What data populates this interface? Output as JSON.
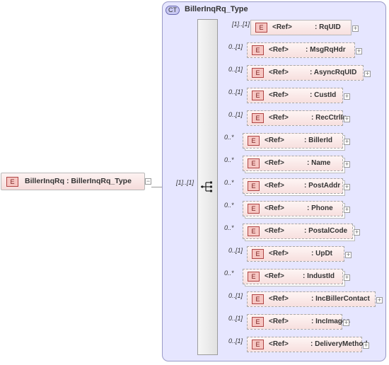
{
  "complex_type": {
    "badge": "CT",
    "title": "BillerInqRq_Type"
  },
  "root": {
    "badge": "E",
    "name": "BillerInqRq",
    "type_label": ": BillerInqRq_Type",
    "cardinality": "[1]..[1]",
    "collapse_symbol": "−"
  },
  "sequence": {
    "icon": "sequence-compositor-icon"
  },
  "ref_label": "<Ref>",
  "children": [
    {
      "badge": "E",
      "ref": "<Ref>",
      "name": ": RqUID",
      "cardinality": "[1]..[1]",
      "optional": false,
      "repeating": false,
      "expand_symbol": "+"
    },
    {
      "badge": "E",
      "ref": "<Ref>",
      "name": ": MsgRqHdr",
      "cardinality": "0..[1]",
      "optional": true,
      "repeating": false,
      "expand_symbol": "+"
    },
    {
      "badge": "E",
      "ref": "<Ref>",
      "name": ": AsyncRqUID",
      "cardinality": "0..[1]",
      "optional": true,
      "repeating": false,
      "expand_symbol": "+"
    },
    {
      "badge": "E",
      "ref": "<Ref>",
      "name": ": CustId",
      "cardinality": "0..[1]",
      "optional": true,
      "repeating": false,
      "expand_symbol": "+"
    },
    {
      "badge": "E",
      "ref": "<Ref>",
      "name": ": RecCtrlIn",
      "cardinality": "0..[1]",
      "optional": true,
      "repeating": false,
      "expand_symbol": "+"
    },
    {
      "badge": "E",
      "ref": "<Ref>",
      "name": ": BillerId",
      "cardinality": "0..*",
      "optional": true,
      "repeating": true,
      "expand_symbol": "+"
    },
    {
      "badge": "E",
      "ref": "<Ref>",
      "name": ": Name",
      "cardinality": "0..*",
      "optional": true,
      "repeating": true,
      "expand_symbol": "+"
    },
    {
      "badge": "E",
      "ref": "<Ref>",
      "name": ": PostAddr",
      "cardinality": "0..*",
      "optional": true,
      "repeating": true,
      "expand_symbol": "+"
    },
    {
      "badge": "E",
      "ref": "<Ref>",
      "name": ": Phone",
      "cardinality": "0..*",
      "optional": true,
      "repeating": true,
      "expand_symbol": "+"
    },
    {
      "badge": "E",
      "ref": "<Ref>",
      "name": ": PostalCode",
      "cardinality": "0..*",
      "optional": true,
      "repeating": true,
      "expand_symbol": "+"
    },
    {
      "badge": "E",
      "ref": "<Ref>",
      "name": ": UpDt",
      "cardinality": "0..[1]",
      "optional": true,
      "repeating": false,
      "expand_symbol": "+"
    },
    {
      "badge": "E",
      "ref": "<Ref>",
      "name": ": IndustId",
      "cardinality": "0..*",
      "optional": true,
      "repeating": true,
      "expand_symbol": "+"
    },
    {
      "badge": "E",
      "ref": "<Ref>",
      "name": ": IncBillerContact",
      "cardinality": "0..[1]",
      "optional": true,
      "repeating": false,
      "expand_symbol": "+"
    },
    {
      "badge": "E",
      "ref": "<Ref>",
      "name": ": IncImages",
      "cardinality": "0..[1]",
      "optional": true,
      "repeating": false,
      "expand_symbol": "+"
    },
    {
      "badge": "E",
      "ref": "<Ref>",
      "name": ": DeliveryMethod",
      "cardinality": "0..[1]",
      "optional": true,
      "repeating": false,
      "expand_symbol": "+"
    }
  ]
}
